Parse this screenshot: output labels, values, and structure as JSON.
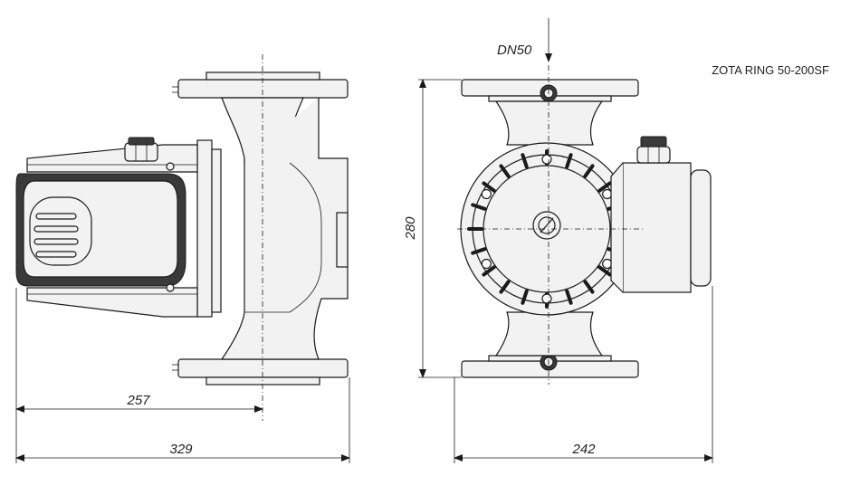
{
  "model_label": "ZOTA RING 50-200SF",
  "dimensions": {
    "nominal_diameter": "DN50",
    "height": "280",
    "motor_offset": "257",
    "side_length": "329",
    "front_width": "242"
  }
}
